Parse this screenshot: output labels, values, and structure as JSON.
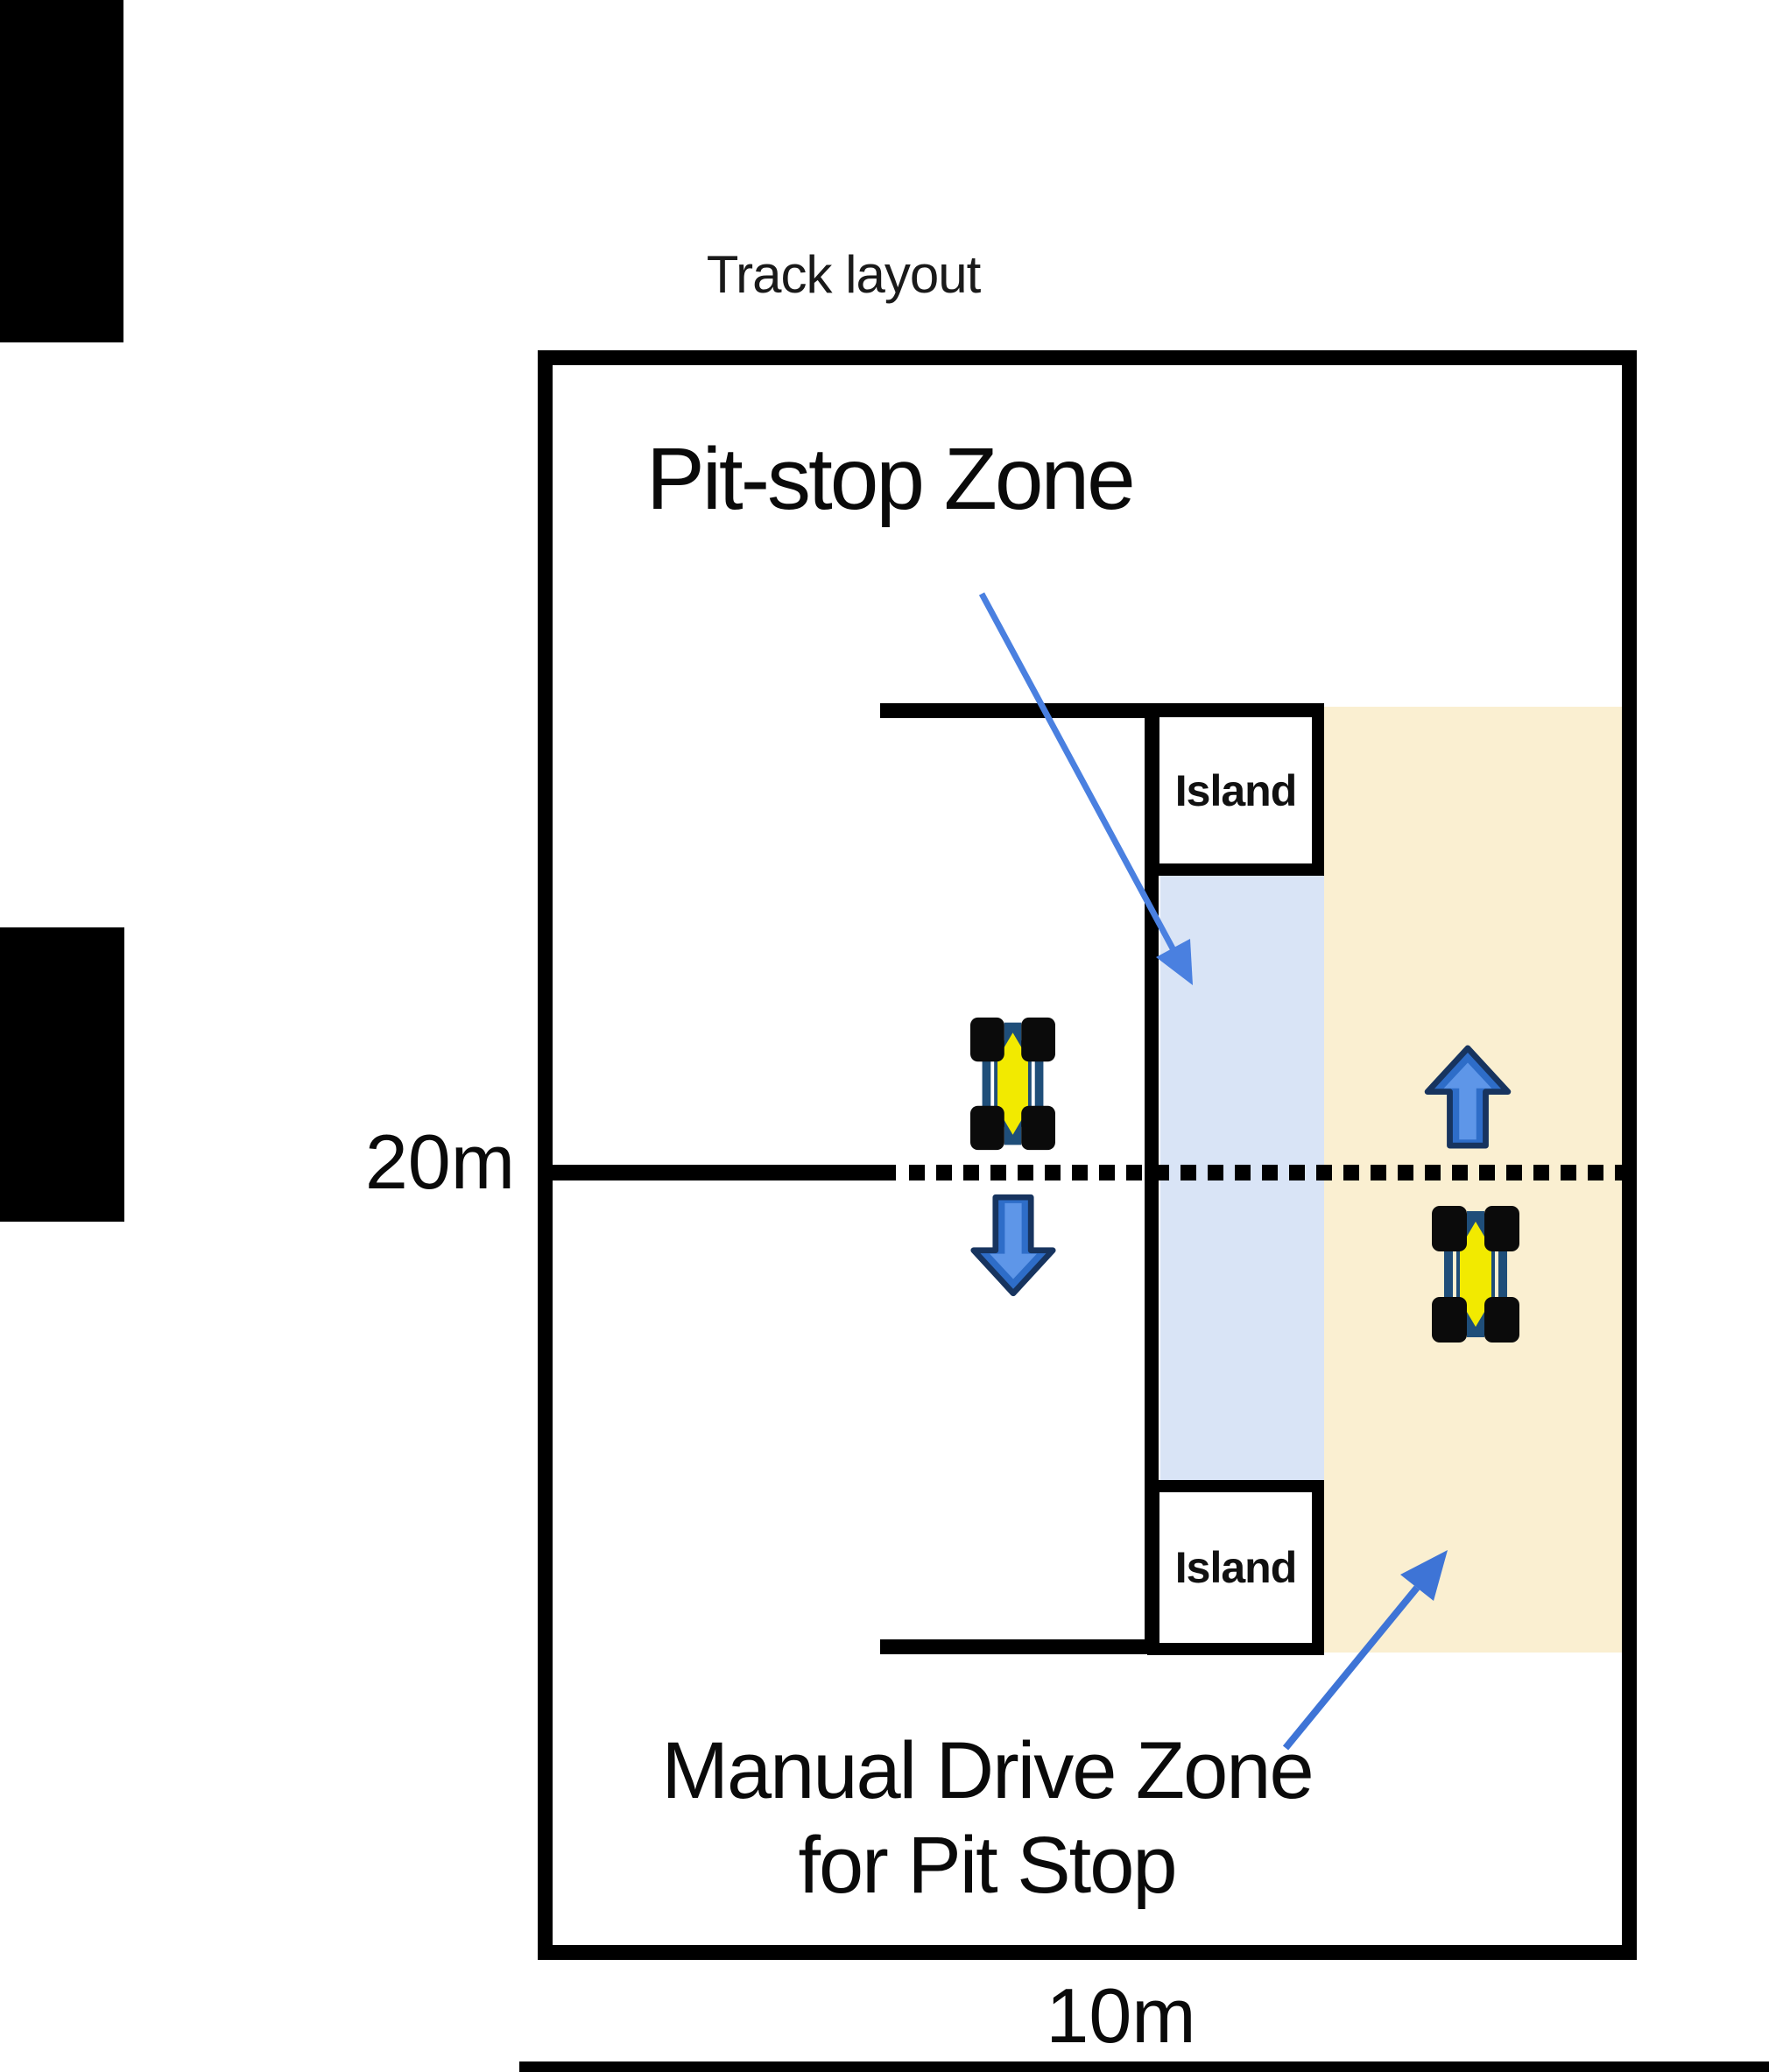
{
  "diagram": {
    "title": "Track layout",
    "pit_stop_zone_label": "Pit-stop Zone",
    "manual_drive_zone_label_line1": "Manual Drive Zone",
    "manual_drive_zone_label_line2": "for Pit Stop",
    "island_top_label": "Island",
    "island_bottom_label": "Island",
    "height_dimension_label": "20m",
    "width_dimension_label": "10m"
  },
  "icons": {
    "car": "top-down-robot-car-icon",
    "up_arrow": "up-direction-arrow-icon",
    "down_arrow": "down-direction-arrow-icon",
    "annotation_arrow": "blue-annotation-arrow-icon"
  },
  "colors": {
    "track_line": "#000000",
    "manual_drive_zone_fill": "#FAEFD1",
    "pit_stop_zone_fill": "#D9E4F6",
    "annotation_arrow_blue": "#4A80E0",
    "annotation_arrow_blue_dark": "#3E74D6",
    "direction_arrow_fill": "#2E6DC8",
    "direction_arrow_highlight": "#5E96E8",
    "direction_arrow_outline": "#17345F",
    "car_body_yellow": "#F2EA00",
    "car_frame_blue": "#1F4E79",
    "car_wheel_black": "#0B0B0B"
  }
}
